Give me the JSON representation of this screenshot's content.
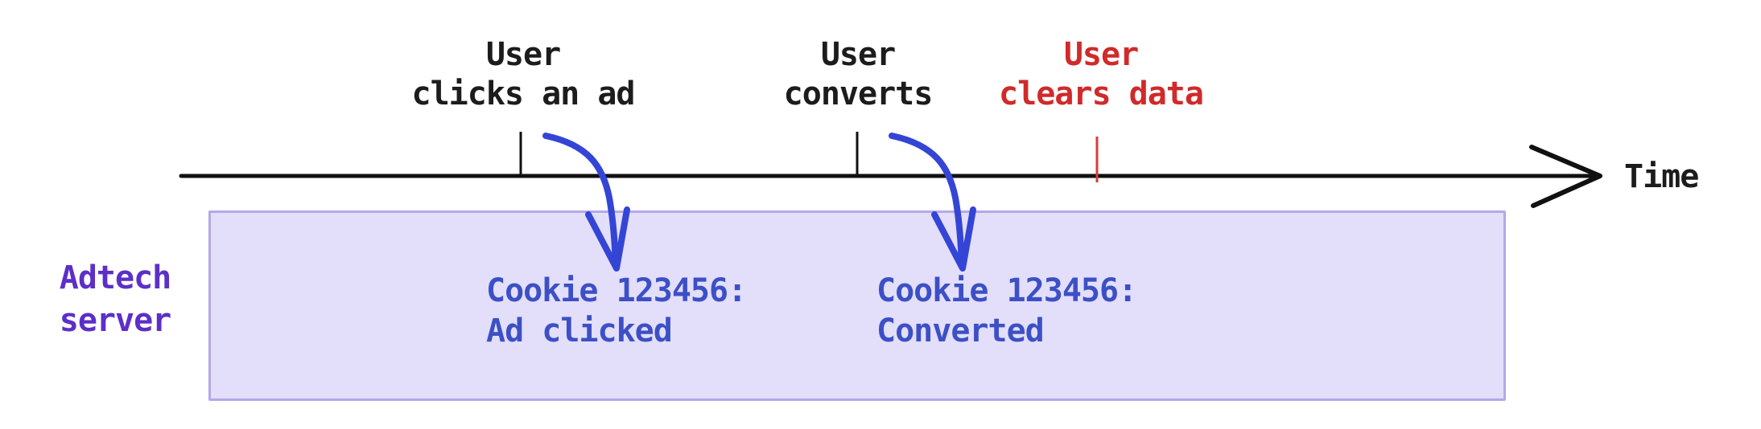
{
  "timeline": {
    "axis_label": "Time",
    "events": [
      {
        "line1": "User",
        "line2": "clicks an ad"
      },
      {
        "line1": "User",
        "line2": "converts"
      },
      {
        "line1": "User",
        "line2": "clears data"
      }
    ]
  },
  "server": {
    "name_line1": "Adtech",
    "name_line2": "server",
    "records": [
      {
        "line1": "Cookie 123456:",
        "line2": "Ad clicked"
      },
      {
        "line1": "Cookie 123456:",
        "line2": "Converted"
      }
    ]
  },
  "colors": {
    "event_text": "#1c1c1c",
    "cleared_event_text": "#d02a2a",
    "server_label_text": "#5c2fc8",
    "record_text": "#3c50c6",
    "flow_arrow": "#3445d6",
    "timeline_axis": "#111111",
    "clear_tick": "#d63c3c",
    "server_box_fill": "#e3defa",
    "server_box_border": "#b4a8e8"
  }
}
